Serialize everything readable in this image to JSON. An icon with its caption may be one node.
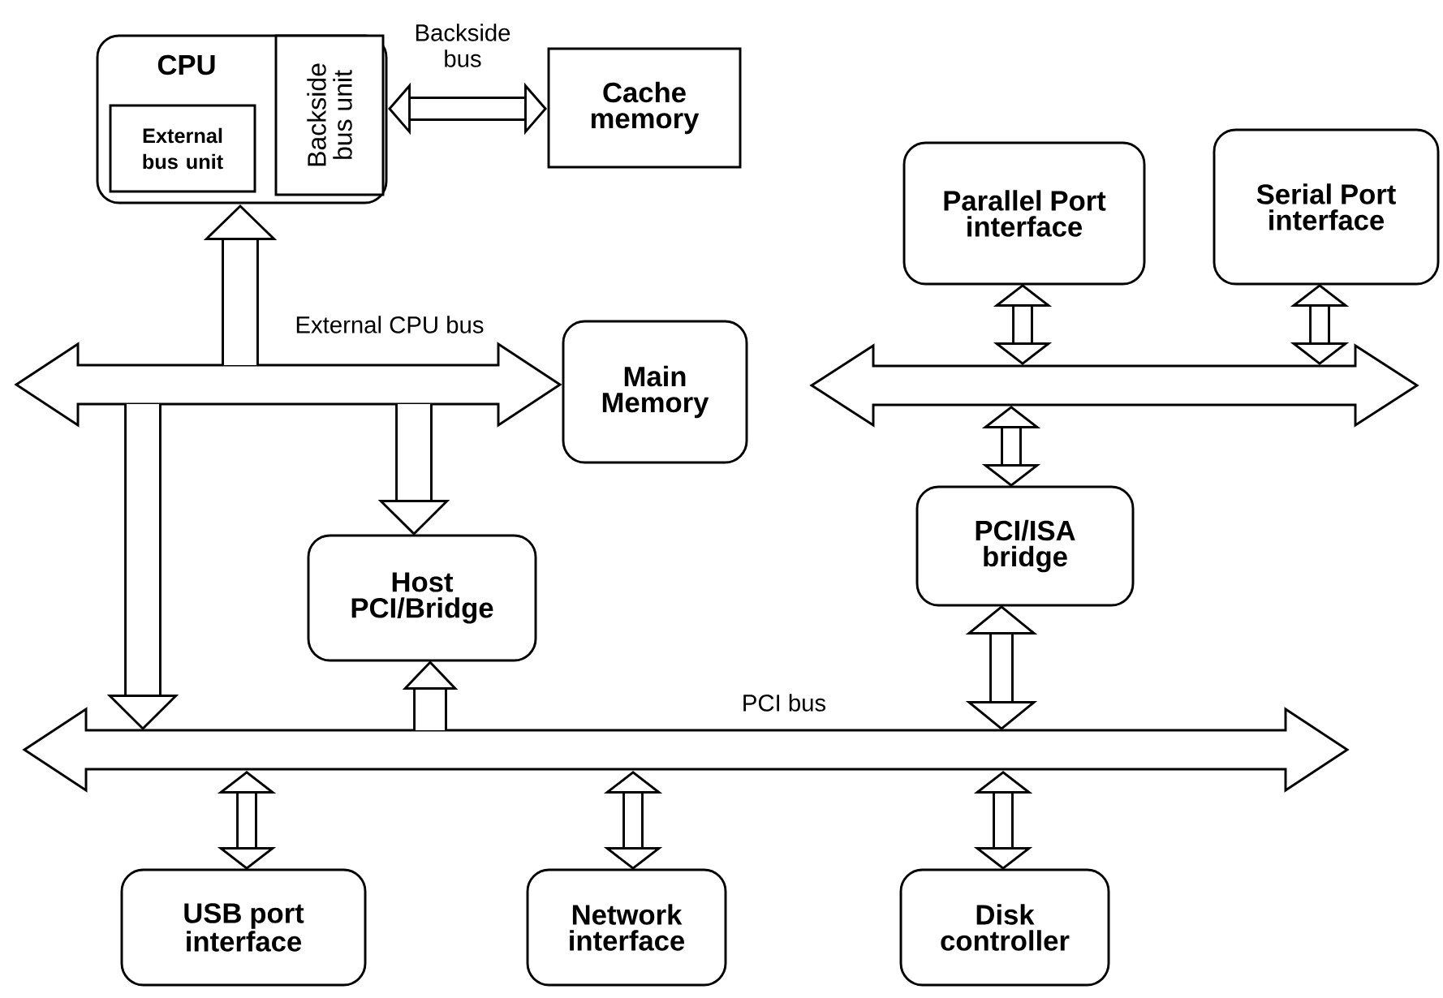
{
  "diagram": {
    "nodes": [
      {
        "text": [
          "CPU"
        ]
      },
      {
        "text": [
          "External bus unit"
        ],
        "in": 0
      },
      {
        "text": [
          "Backside bus unit"
        ],
        "in": 0
      },
      {
        "text": [
          "Cache memory"
        ]
      },
      {
        "text": [
          "Parallel Port interface"
        ]
      },
      {
        "text": [
          "Serial Port interface"
        ]
      },
      {
        "text": [
          "External CPU bus"
        ]
      },
      {
        "text": [
          "Main Memory"
        ]
      },
      {
        "text": [],
        "shape": "arrow"
      },
      {
        "text": [
          "PCI/ISA bridge"
        ]
      },
      {
        "text": [
          "Host PCI/Bridge"
        ]
      },
      {
        "text": [
          "PCI bus"
        ]
      },
      {
        "text": [
          "USB port interface"
        ]
      },
      {
        "text": [
          "Network interface"
        ]
      },
      {
        "text": [
          "Disk controller"
        ]
      }
    ],
    "edges": [
      {
        "from": 2,
        "to": 3,
        "arrow": "both",
        "label": "Backside bus"
      },
      {
        "from": 6,
        "to": 0,
        "arrow": "to"
      },
      {
        "from": 6,
        "to": 10,
        "arrow": "to"
      },
      {
        "from": 6,
        "to": 11,
        "arrow": "to"
      },
      {
        "from": 11,
        "to": 10,
        "arrow": "to"
      },
      {
        "from": 4,
        "to": 8,
        "arrow": "both"
      },
      {
        "from": 5,
        "to": 8,
        "arrow": "both"
      },
      {
        "from": 8,
        "to": 9,
        "arrow": "both"
      },
      {
        "from": 9,
        "to": 11,
        "arrow": "both"
      },
      {
        "from": 11,
        "to": 12,
        "arrow": "both"
      },
      {
        "from": 11,
        "to": 13,
        "arrow": "both"
      },
      {
        "from": 11,
        "to": 14,
        "arrow": "both"
      }
    ]
  }
}
